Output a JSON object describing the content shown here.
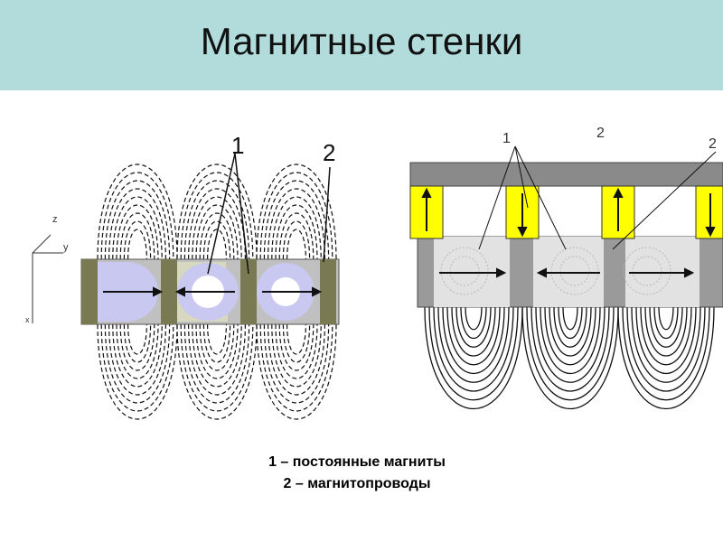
{
  "slide": {
    "title": "Магнитные стенки"
  },
  "figure_left": {
    "axis_labels": {
      "z": "z",
      "y": "y",
      "x": "x"
    },
    "callouts": [
      "1",
      "2"
    ]
  },
  "figure_right": {
    "callouts": [
      "1",
      "2",
      "2"
    ]
  },
  "legend": {
    "line1": "1 – постоянные магниты",
    "line2": "2 – магнитопроводы"
  },
  "colors": {
    "header_bg": "#b2dcdc",
    "magnet_olive": "#7a7a52",
    "bore_lavender": "#c8c8f0",
    "right_magnet_yellow": "#ffff00",
    "right_bar_gray": "#8a8a8a"
  }
}
